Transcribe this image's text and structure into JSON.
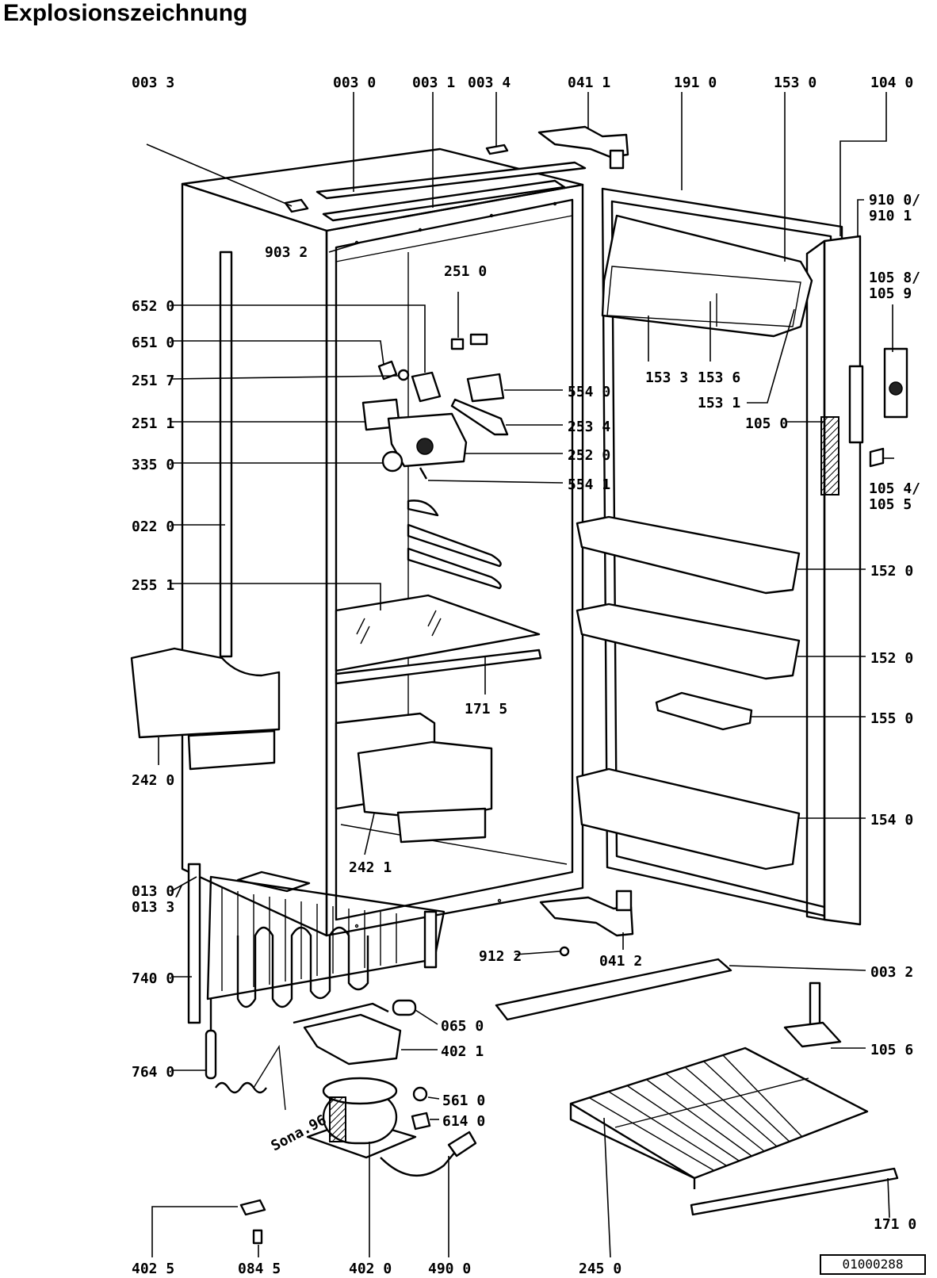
{
  "page": {
    "title": "Explosionszeichnung",
    "document_number": "01000288"
  },
  "diagram": {
    "stamp": "Sona.96",
    "labels": {
      "l0033": "003 3",
      "l0030": "003 0",
      "l0031": "003 1",
      "l0034": "003 4",
      "l0411": "041 1",
      "l1910": "191 0",
      "l1530": "153 0",
      "l1040": "104 0",
      "l9100": "910 0/",
      "l9101": "910 1",
      "l1058": "105 8/",
      "l1059": "105 9",
      "l9032": "903 2",
      "l2510": "251 0",
      "l6520": "652 0",
      "l6510": "651 0",
      "l2517": "251 7",
      "l2511": "251 1",
      "l3350": "335 0",
      "l0220": "022 0",
      "l2551": "255 1",
      "l2420": "242 0",
      "l1533": "153 3",
      "l1536": "153 6",
      "l1531": "153 1",
      "l1050": "105 0",
      "l5540": "554 0",
      "l2534": "253 4",
      "l2520": "252 0",
      "l5541": "554 1",
      "l1054": "105 4/",
      "l1055": "105 5",
      "l1520a": "152 0",
      "l1520b": "152 0",
      "l1715": "171 5",
      "l1550": "155 0",
      "l2421": "242 1",
      "l1540": "154 0",
      "l0130": "013 0/",
      "l0133": "013 3",
      "l7400": "740 0",
      "l9122": "912 2",
      "l0412": "041 2",
      "l0032": "003 2",
      "l0650": "065 0",
      "l4021": "402 1",
      "l1056": "105 6",
      "l7640": "764 0",
      "l5610": "561 0",
      "l6140": "614 0",
      "l4025": "402 5",
      "l0845": "084 5",
      "l4020": "402 0",
      "l4900": "490 0",
      "l2450": "245 0",
      "l1710": "171 0"
    }
  }
}
